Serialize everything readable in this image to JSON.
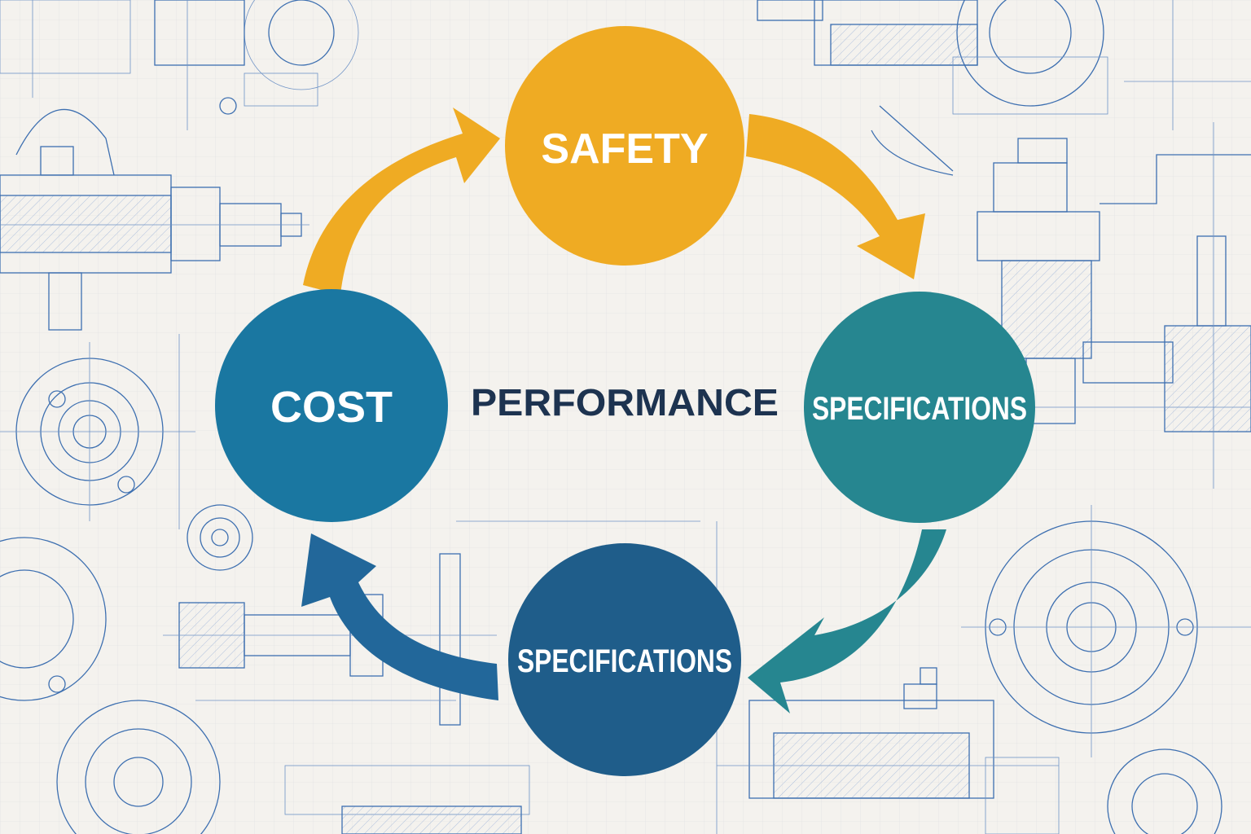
{
  "diagram": {
    "center_label": "PERFORMANCE",
    "nodes": [
      {
        "id": "safety",
        "label": "SAFETY",
        "color": "#efab23"
      },
      {
        "id": "specifications-right",
        "label": "SPECIFICATIONS",
        "color": "#268690"
      },
      {
        "id": "specifications-bottom",
        "label": "SPECIFICATIONS",
        "color": "#1f5d8a"
      },
      {
        "id": "cost",
        "label": "COST",
        "color": "#1a77a1"
      }
    ],
    "arrows": [
      {
        "from": "cost",
        "to": "safety",
        "color": "#efab23"
      },
      {
        "from": "safety",
        "to": "specifications-right",
        "color": "#efab23"
      },
      {
        "from": "specifications-right",
        "to": "specifications-bottom",
        "color": "#268690"
      },
      {
        "from": "specifications-bottom",
        "to": "cost",
        "color": "#22679a"
      }
    ],
    "background": "blueprint-drawings",
    "background_color": "#f4f2ee",
    "line_color": "#3d6fb0"
  }
}
